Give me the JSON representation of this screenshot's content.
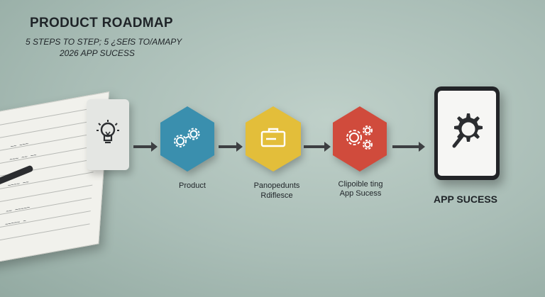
{
  "header": {
    "title": "PRODUCT ROADMAP",
    "subtitle_line1": "5 STEPS TO STEP; 5 ¿SEfS TO/AMAPY",
    "subtitle_line2": "2026 APP SUCESS"
  },
  "steps": [
    {
      "icon": "lightbulb-icon",
      "label": ""
    },
    {
      "icon": "gears-icon",
      "label": "Product",
      "color": "#3a8fae"
    },
    {
      "icon": "briefcase-icon",
      "label_line1": "Panopedunts",
      "label_line2": "Rdiflesce",
      "color": "#e3be3a"
    },
    {
      "icon": "cogs-icon",
      "label_line1": "Clipoible ting",
      "label_line2": "App Sucess",
      "color": "#d04b3c"
    }
  ],
  "final": {
    "icon": "gear-magnifier-icon",
    "label": "APP SUCESS"
  }
}
